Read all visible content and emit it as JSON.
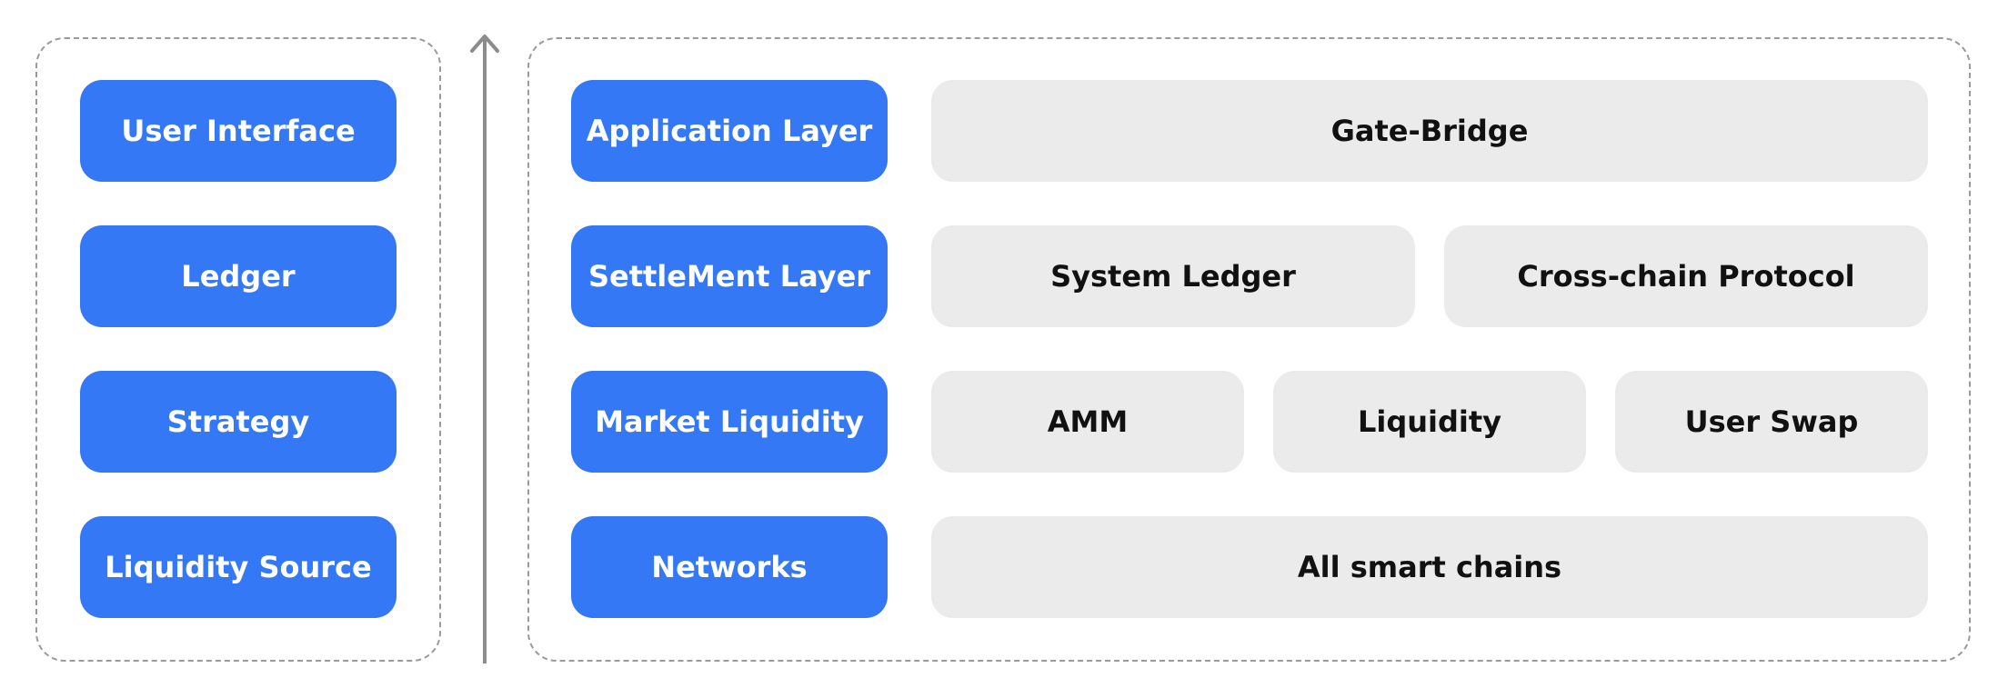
{
  "left_stack": {
    "items": [
      {
        "label": "User Interface"
      },
      {
        "label": "Ledger"
      },
      {
        "label": "Strategy"
      },
      {
        "label": "Liquidity Source"
      }
    ]
  },
  "layers": {
    "application": {
      "label": "Application Layer",
      "components": [
        "Gate-Bridge"
      ]
    },
    "settlement": {
      "label": "SettleMent Layer",
      "components": [
        "System Ledger",
        "Cross-chain Protocol"
      ]
    },
    "market": {
      "label": "Market Liquidity",
      "components": [
        "AMM",
        "Liquidity",
        "User Swap"
      ]
    },
    "networks": {
      "label": "Networks",
      "components": [
        "All smart chains"
      ]
    }
  },
  "colors": {
    "accent": "#3478f6",
    "component_bg": "#ebebeb",
    "border": "#9a9a9a",
    "arrow": "#8c8c8c"
  }
}
